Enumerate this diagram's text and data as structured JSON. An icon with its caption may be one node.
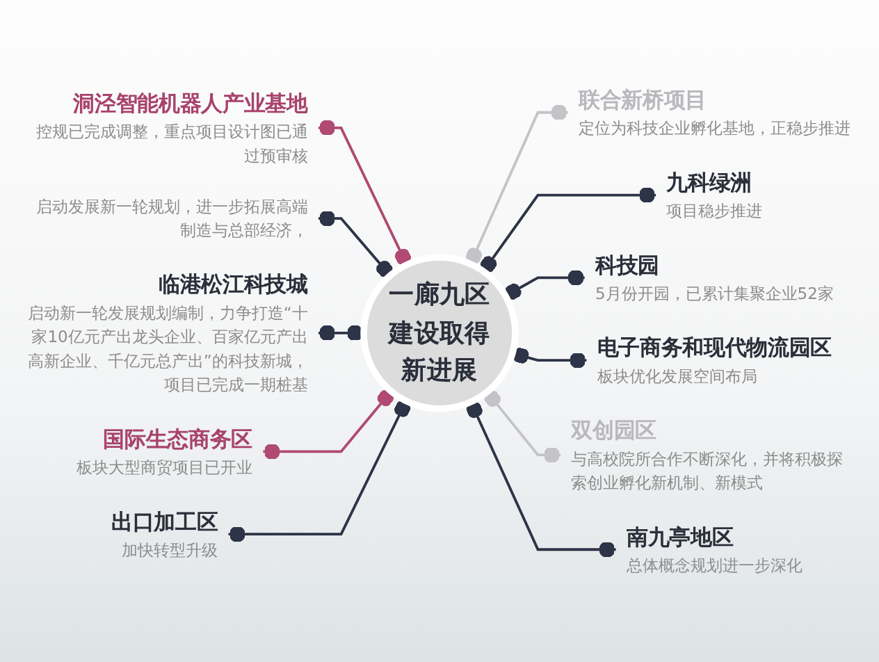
{
  "diagram": {
    "nodes": [
      {
        "text": [
          "一廊九区建设取得新进展"
        ]
      },
      {
        "text": [
          "洞泾智能机器人产业基地",
          "控规已完成调整，重点项目设计图已通过预审核"
        ]
      },
      {
        "text": [
          "联合新桥项目",
          "定位为科技企业孵化基地，正稳步推进"
        ]
      },
      {
        "text": [
          "启动发展新一轮规划，进一步拓展高端制造与总部经济，"
        ]
      },
      {
        "text": [
          "九科绿洲",
          "项目稳步推进"
        ]
      },
      {
        "text": [
          "临港松江科技城",
          "启动新一轮发展规划编制，力争打造“十家10亿元产出龙头企业、百家亿元产出高新企业、千亿元总产出”的科技新城，项目已完成一期桩基"
        ]
      },
      {
        "text": [
          "科技园",
          "5月份开园，已累计集聚企业52家"
        ]
      },
      {
        "text": [
          "电子商务和现代物流园区",
          "板块优化发展空间布局"
        ]
      },
      {
        "text": [
          "国际生态商务区",
          "板块大型商贸项目已开业"
        ]
      },
      {
        "text": [
          "双创园区",
          "与高校院所合作不断深化，并将积极探索创业孵化新机制、新模式"
        ]
      },
      {
        "text": [
          "出口加工区",
          "加快转型升级"
        ]
      },
      {
        "text": [
          "南九亭地区",
          "总体概念规划进一步深化"
        ]
      }
    ],
    "edges": [
      {
        "from": 0,
        "to": 1,
        "arrow": "other",
        "color": "#b04a72"
      },
      {
        "from": 0,
        "to": 2,
        "arrow": "other",
        "color": "#c4c4c8"
      },
      {
        "from": 0,
        "to": 3,
        "arrow": "other"
      },
      {
        "from": 0,
        "to": 4,
        "arrow": "other"
      },
      {
        "from": 0,
        "to": 5,
        "arrow": "other"
      },
      {
        "from": 0,
        "to": 6,
        "arrow": "other"
      },
      {
        "from": 0,
        "to": 7,
        "arrow": "other"
      },
      {
        "from": 0,
        "to": 8,
        "arrow": "other",
        "color": "#b04a72"
      },
      {
        "from": 0,
        "to": 9,
        "arrow": "other",
        "color": "#c4c4c8"
      },
      {
        "from": 0,
        "to": 10,
        "arrow": "other"
      },
      {
        "from": 0,
        "to": 11,
        "arrow": "other"
      }
    ]
  }
}
